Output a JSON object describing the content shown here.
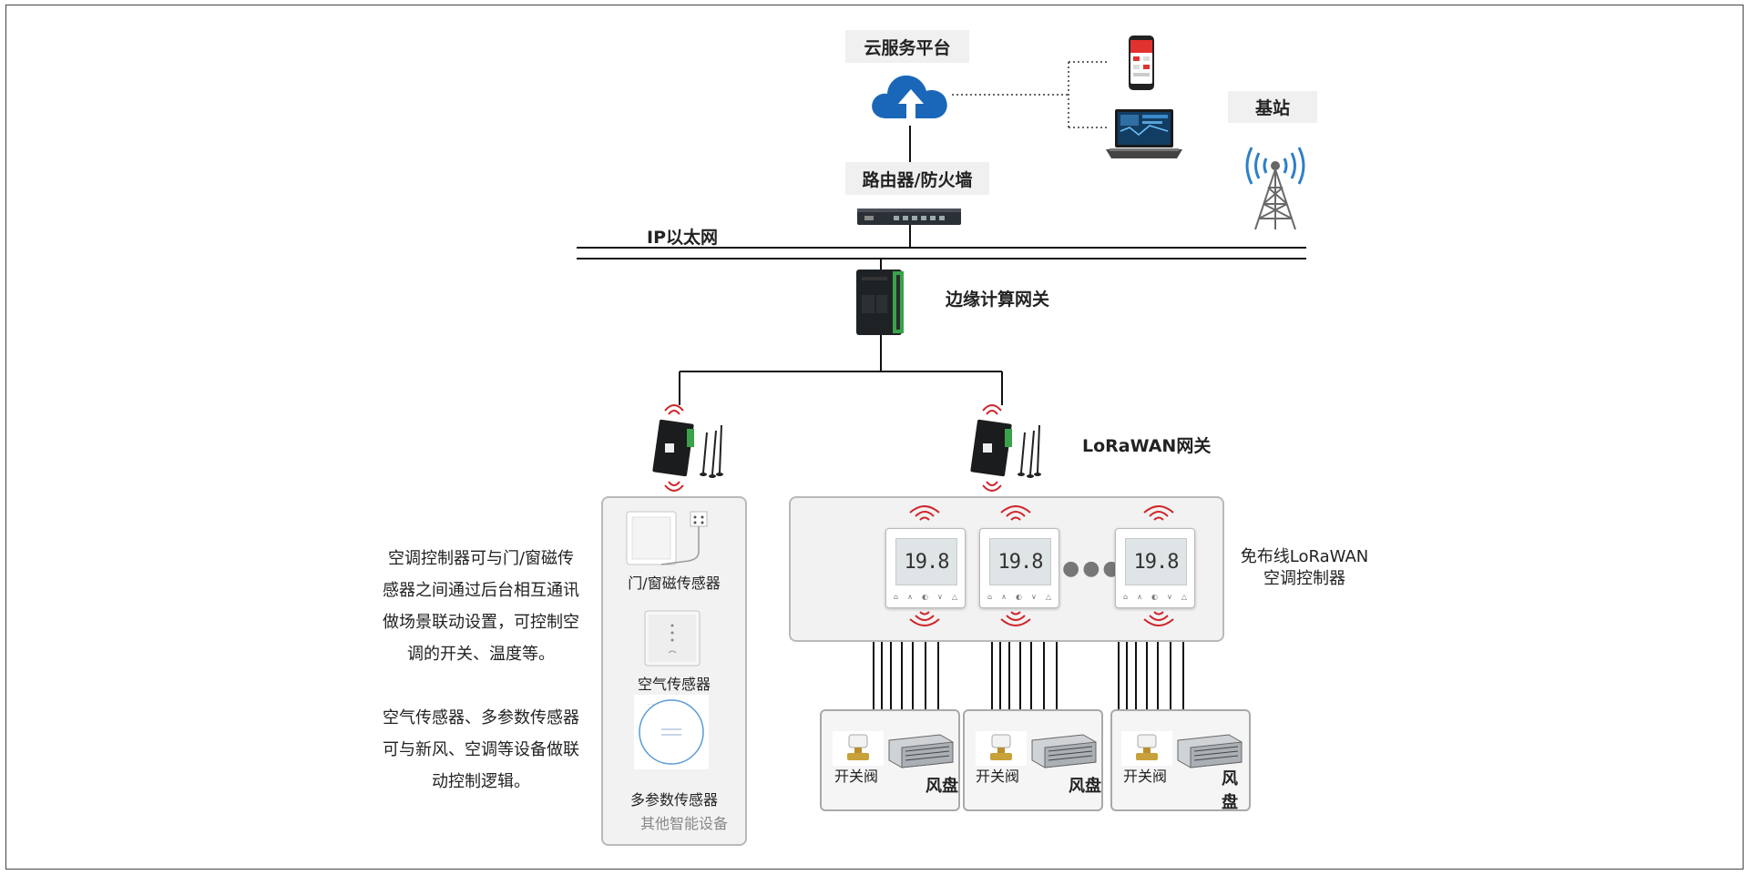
{
  "cloud": {
    "label": "云服务平台"
  },
  "router": {
    "label": "路由器/防火墙"
  },
  "base_station": {
    "label": "基站"
  },
  "ethernet": {
    "label": "IP以太网"
  },
  "edge_gateway": {
    "label": "边缘计算网关"
  },
  "lorawan_gateway": {
    "label": "LoRaWAN网关"
  },
  "controllers": {
    "label_line1": "免布线LoRaWAN",
    "label_line2": "空调控制器",
    "display_value": "19.8",
    "ellipsis": "●●●"
  },
  "sensors": {
    "door_label": "门/窗磁传感器",
    "air_label": "空气传感器",
    "multi_label": "多参数传感器",
    "other_label": "其他智能设备"
  },
  "fan_units": [
    {
      "valve_label": "开关阀",
      "fan_label": "风盘"
    },
    {
      "valve_label": "开关阀",
      "fan_label": "风盘"
    },
    {
      "valve_label": "开关阀",
      "fan_label": "风盘"
    }
  ],
  "notes": {
    "note1": [
      "空调控制器可与门/窗磁传",
      "感器之间通过后台相互通讯",
      "做场景联动设置，可控制空",
      "调的开关、温度等。"
    ],
    "note2": [
      "空气传感器、多参数传感器",
      "可与新风、空调等设备做联",
      "动控制逻辑。"
    ]
  },
  "colors": {
    "cloud": "#1a67b9",
    "signal": "#d0252a",
    "tower_wave": "#2f7fc8",
    "line": "#111111"
  }
}
